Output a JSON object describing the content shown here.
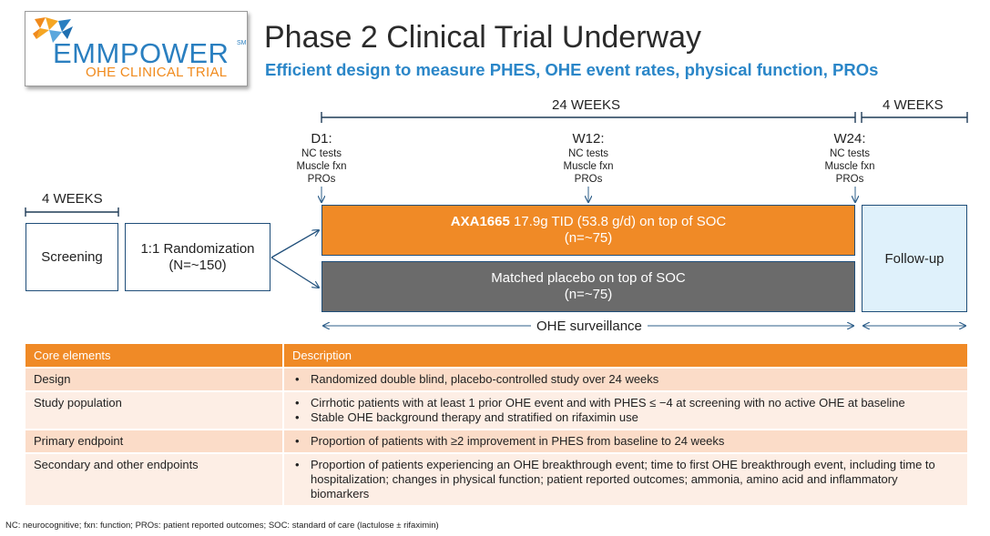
{
  "logo": {
    "wordmark": "EMMPOWER",
    "service_mark": "SM",
    "subtitle": "OHE CLINICAL TRIAL",
    "icon": "star-burst-logo-icon"
  },
  "header": {
    "title": "Phase 2 Clinical Trial Underway",
    "subtitle": "Efficient design to measure PHES, OHE event rates, physical function, PROs"
  },
  "timeline": {
    "main_period": "24 WEEKS",
    "followup_period": "4 WEEKS",
    "screening_period": "4 WEEKS",
    "milestones": [
      {
        "title": "D1:",
        "lines": [
          "NC tests",
          "Muscle fxn",
          "PROs"
        ]
      },
      {
        "title": "W12:",
        "lines": [
          "NC tests",
          "Muscle fxn",
          "PROs"
        ]
      },
      {
        "title": "W24:",
        "lines": [
          "NC tests",
          "Muscle fxn",
          "PROs"
        ]
      }
    ],
    "surveillance_label": "OHE surveillance"
  },
  "boxes": {
    "screening": "Screening",
    "randomization_line1": "1:1 Randomization",
    "randomization_line2": "(N=~150)",
    "arm1_drug": "AXA1665",
    "arm1_rest": " 17.9g TID (53.8 g/d) on top of SOC",
    "arm1_n": "(n=~75)",
    "arm2_label": "Matched placebo on top of SOC",
    "arm2_n": "(n=~75)",
    "followup": "Follow-up"
  },
  "colors": {
    "orange": "#f08a26",
    "gray": "#6b6b6b",
    "light_blue": "#dff1fb",
    "title_blue": "#2a86c8",
    "navy_border": "#1f4e79"
  },
  "table": {
    "headers": [
      "Core elements",
      "Description"
    ],
    "rows": [
      {
        "element": "Design",
        "bullets": [
          "Randomized double blind, placebo-controlled study over 24 weeks"
        ]
      },
      {
        "element": "Study population",
        "bullets": [
          "Cirrhotic patients with at least 1 prior OHE event and with PHES ≤ −4 at screening with no active OHE at baseline",
          "Stable OHE background therapy and stratified on rifaximin use"
        ]
      },
      {
        "element": "Primary endpoint",
        "bullets": [
          "Proportion of patients with ≥2 improvement in PHES from baseline to 24 weeks"
        ]
      },
      {
        "element": "Secondary and other endpoints",
        "bullets": [
          "Proportion of patients experiencing an OHE breakthrough event; time to first OHE breakthrough event, including time to hospitalization; changes in physical function; patient reported outcomes; ammonia, amino acid and inflammatory biomarkers"
        ]
      }
    ]
  },
  "footnote": "NC: neurocognitive; fxn: function; PROs: patient reported outcomes; SOC: standard of care (lactulose ± rifaximin)"
}
